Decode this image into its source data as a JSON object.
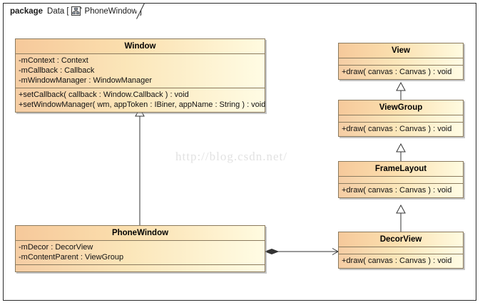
{
  "package": {
    "keyword": "package",
    "name": "Data",
    "bracket_open": "[",
    "diagram_icon": "class-diagram-icon",
    "diagram_name": "PhoneWindow",
    "bracket_close": "]"
  },
  "watermark": "http://blog.csdn.net/",
  "colors": {
    "header_fill": "#F6C99B",
    "body_fill_left": "#F5CDA4",
    "body_fill_right": "#FFFCE4",
    "border": "#8A7A5E",
    "frame_border": "#2B2B2B",
    "connector": "#333333",
    "watermark": "#E2E2E2"
  },
  "classes": [
    {
      "id": "window",
      "name": "Window",
      "attributes": [
        "-mContext : Context",
        "-mCallback : Callback",
        "-mWindowManager : WindowManager"
      ],
      "operations": [
        "+setCallback( callback : Window.Callback ) : void",
        "+setWindowManager( wm, appToken : IBiner, appName : String ) : void"
      ]
    },
    {
      "id": "phonewindow",
      "name": "PhoneWindow",
      "attributes": [
        "-mDecor : DecorView",
        "-mContentParent : ViewGroup"
      ],
      "operations": []
    },
    {
      "id": "view",
      "name": "View",
      "attributes": [],
      "operations": [
        "+draw( canvas : Canvas ) : void"
      ]
    },
    {
      "id": "viewgroup",
      "name": "ViewGroup",
      "attributes": [],
      "operations": [
        "+draw( canvas : Canvas ) : void"
      ]
    },
    {
      "id": "framelayout",
      "name": "FrameLayout",
      "attributes": [],
      "operations": [
        "+draw( canvas : Canvas ) : void"
      ]
    },
    {
      "id": "decorview",
      "name": "DecorView",
      "attributes": [],
      "operations": [
        "+draw( canvas : Canvas ) : void"
      ]
    }
  ],
  "relationships": [
    {
      "id": "rel-phonewindow-window",
      "type": "generalization",
      "from": "PhoneWindow",
      "to": "Window"
    },
    {
      "id": "rel-viewgroup-view",
      "type": "generalization",
      "from": "ViewGroup",
      "to": "View"
    },
    {
      "id": "rel-framelayout-viewgroup",
      "type": "generalization",
      "from": "FrameLayout",
      "to": "ViewGroup"
    },
    {
      "id": "rel-decorview-framelayout",
      "type": "generalization",
      "from": "DecorView",
      "to": "FrameLayout"
    },
    {
      "id": "rel-phonewindow-decorview",
      "type": "composition",
      "from": "PhoneWindow",
      "to": "DecorView"
    }
  ]
}
